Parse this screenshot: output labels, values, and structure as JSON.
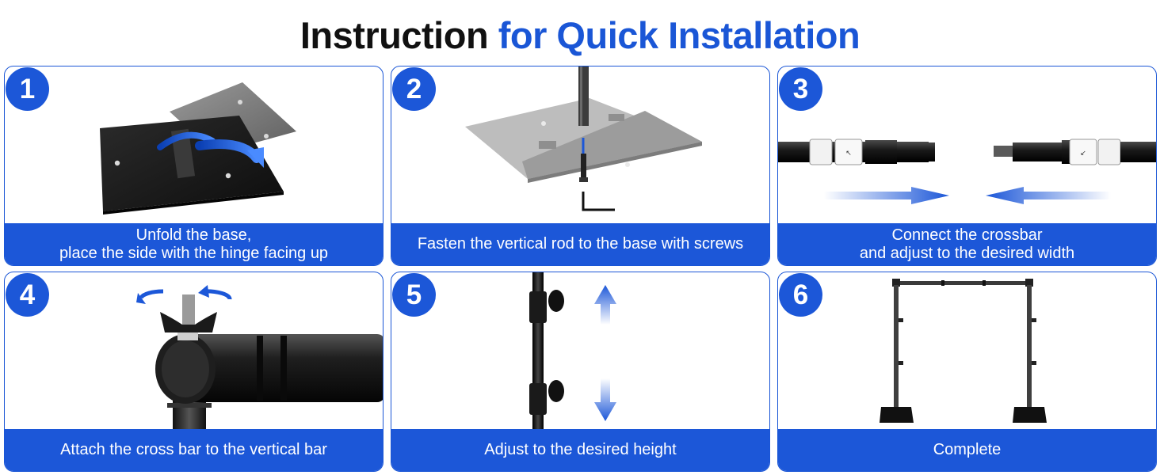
{
  "title": {
    "part1": "Instruction",
    "part2": "for Quick Installation"
  },
  "colors": {
    "accent": "#1c57d8",
    "title_dark": "#111111",
    "white": "#ffffff"
  },
  "steps": [
    {
      "number": "1",
      "caption_lines": [
        "Unfold the base,",
        "place the side with the hinge facing up"
      ],
      "icon": "unfold-base-icon"
    },
    {
      "number": "2",
      "caption_lines": [
        "Fasten the vertical rod to the base with screws"
      ],
      "icon": "fasten-rod-icon"
    },
    {
      "number": "3",
      "caption_lines": [
        "Connect the crossbar",
        "and adjust to the desired width"
      ],
      "icon": "connect-crossbar-icon"
    },
    {
      "number": "4",
      "caption_lines": [
        "Attach the cross bar to the vertical bar"
      ],
      "icon": "attach-crossbar-icon"
    },
    {
      "number": "5",
      "caption_lines": [
        "Adjust to the desired height"
      ],
      "icon": "adjust-height-icon"
    },
    {
      "number": "6",
      "caption_lines": [
        "Complete"
      ],
      "icon": "complete-stand-icon"
    }
  ]
}
